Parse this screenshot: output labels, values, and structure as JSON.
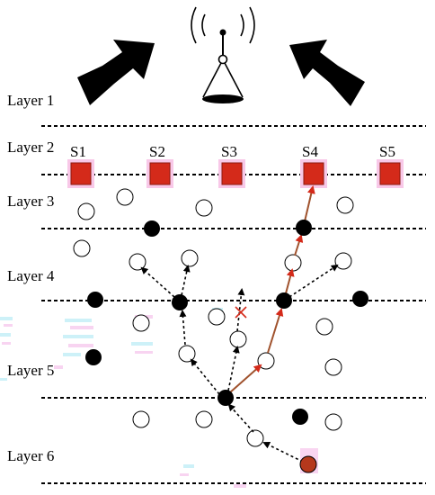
{
  "layers": [
    {
      "label": "Layer 1"
    },
    {
      "label": "Layer 2"
    },
    {
      "label": "Layer 3"
    },
    {
      "label": "Layer 4"
    },
    {
      "label": "Layer 5"
    },
    {
      "label": "Layer 6"
    }
  ],
  "sinks": [
    {
      "label": "S1"
    },
    {
      "label": "S2"
    },
    {
      "label": "S3"
    },
    {
      "label": "S4"
    },
    {
      "label": "S5"
    }
  ],
  "colors": {
    "sink_fill": "#D42A1A",
    "sink_halo": "#F8C8E8",
    "forwarder_fill": "#000000",
    "relay_fill": "#FFFFFF",
    "source_fill": "#B5381C",
    "route_arrow": "#A0522D",
    "candidate_arrow": "#000000",
    "blocked_mark": "#D42A1A"
  },
  "icons": {
    "antenna": "antenna-tower-icon",
    "uplink": "arrow-up-icon"
  }
}
